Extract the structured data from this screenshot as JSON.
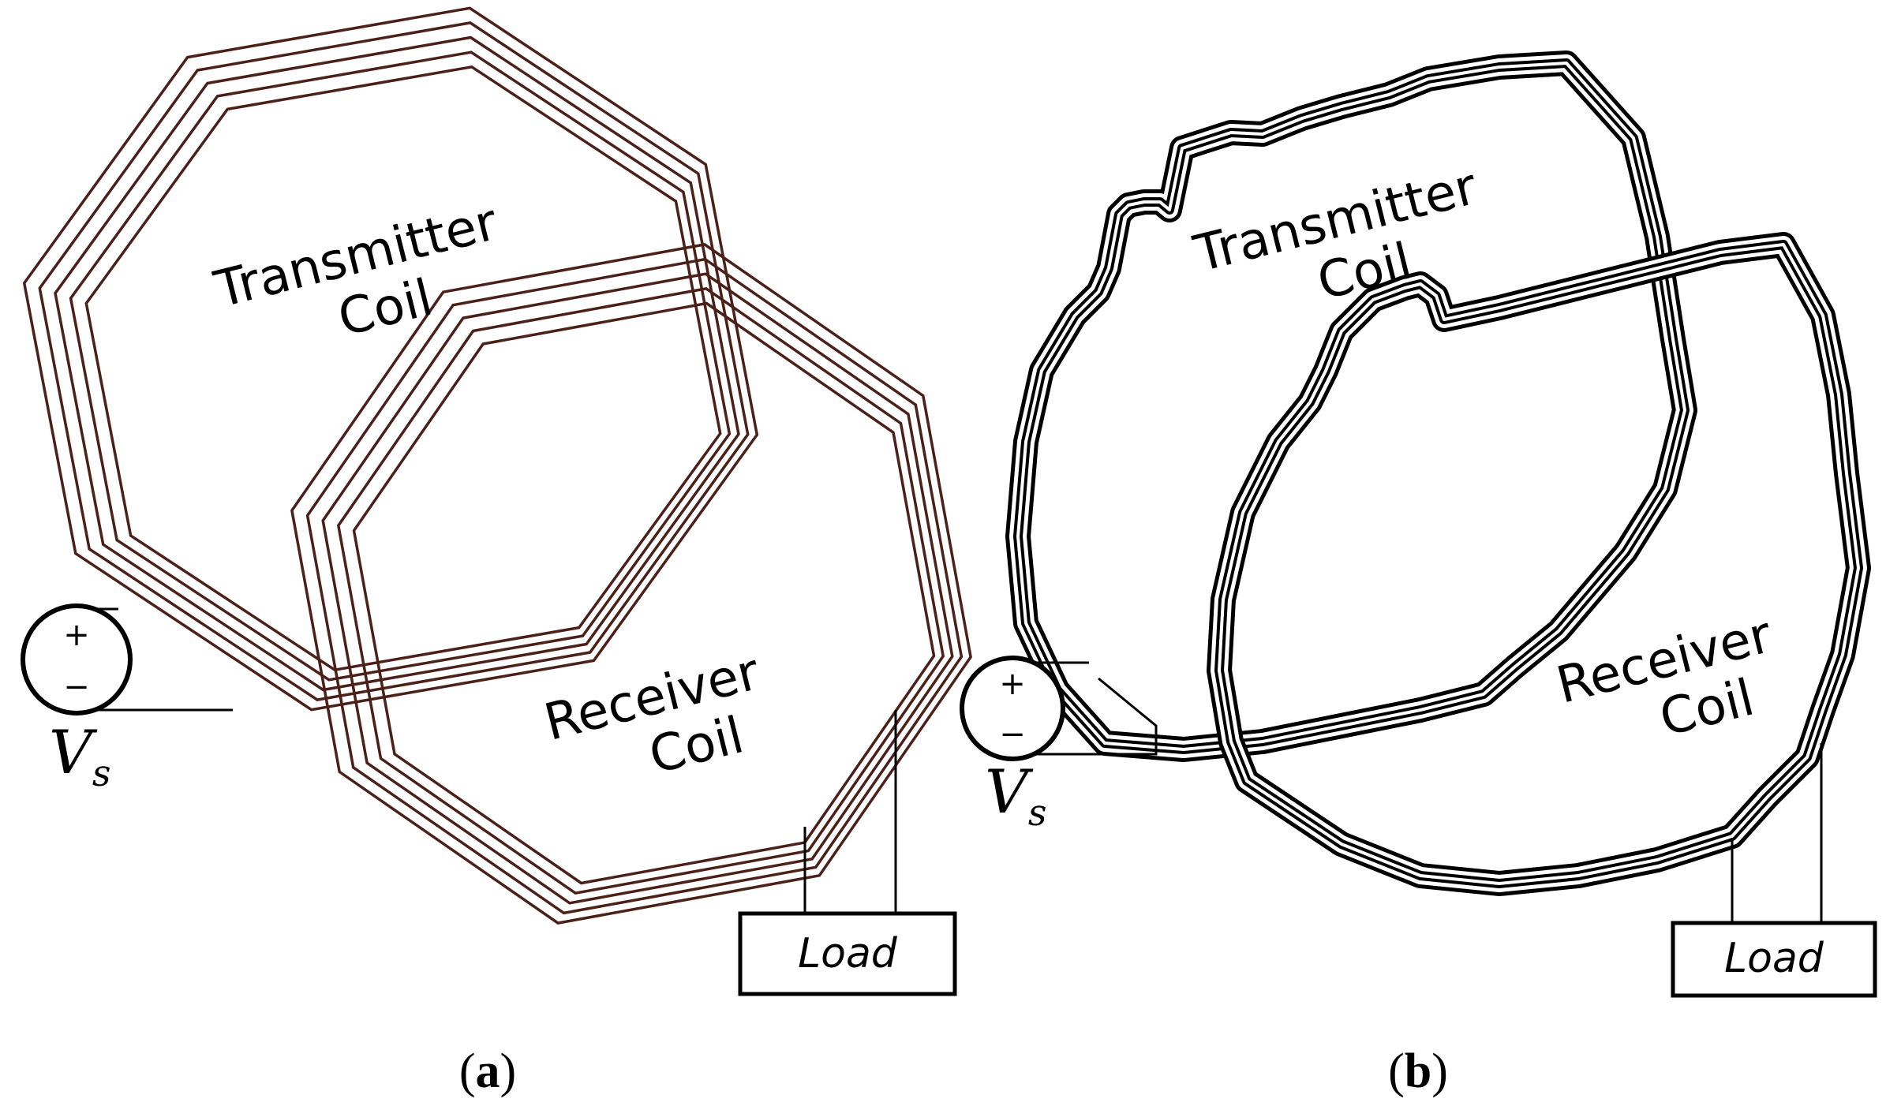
{
  "panels": {
    "a": {
      "caption_open": "(",
      "caption_letter": "a",
      "caption_close": ")",
      "transmitter_line1": "Transmitter",
      "transmitter_line2": "Coil",
      "receiver_line1": "Receiver",
      "receiver_line2": "Coil",
      "source_plus": "+",
      "source_minus": "−",
      "source_label": "V",
      "source_subscript": "s",
      "load_label": "Load",
      "coil_color": "#4a2018",
      "coil_turns": 5
    },
    "b": {
      "caption_open": "(",
      "caption_letter": "b",
      "caption_close": ")",
      "transmitter_line1": "Transmitter",
      "transmitter_line2": "Coil",
      "receiver_line1": "Receiver",
      "receiver_line2": "Coil",
      "source_plus": "+",
      "source_minus": "−",
      "source_label": "V",
      "source_subscript": "s",
      "load_label": "Load",
      "coil_color": "#000000",
      "coil_turns": 3
    }
  }
}
